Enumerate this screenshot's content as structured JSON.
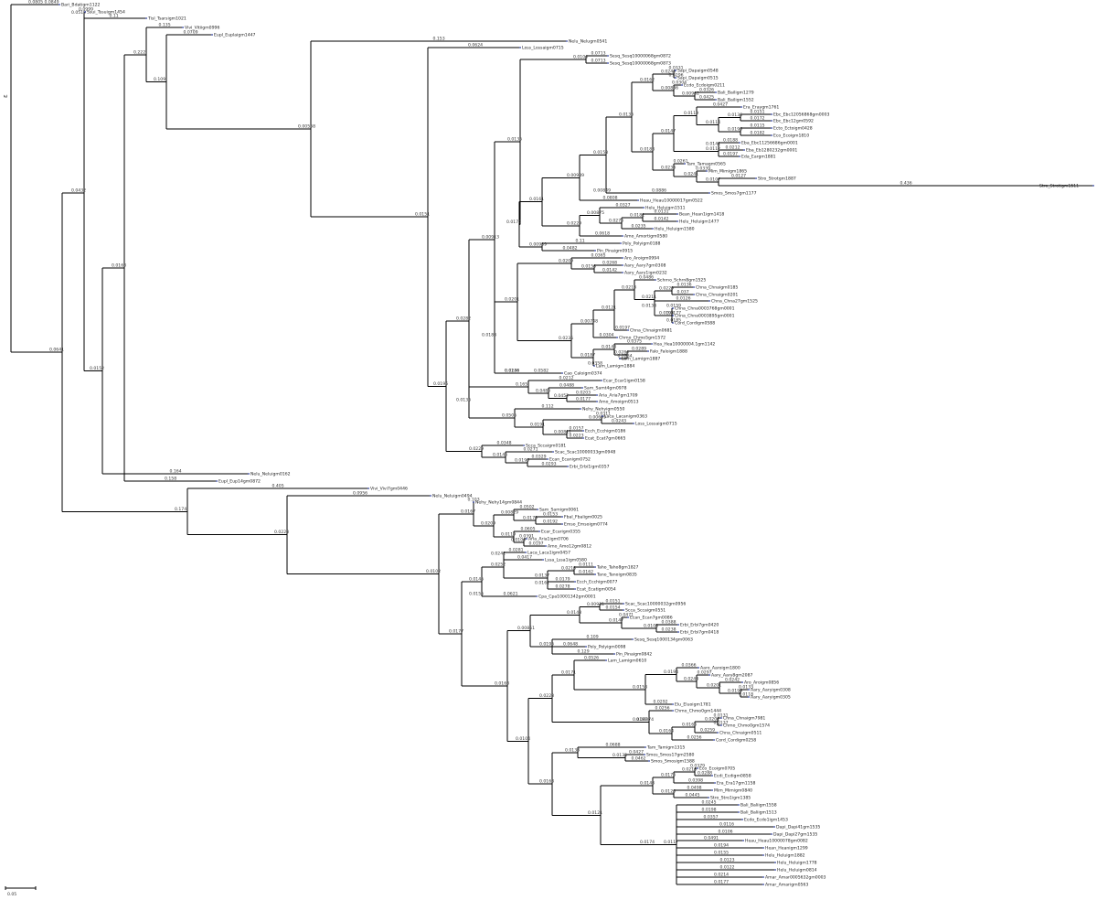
{
  "root_label": "ε",
  "scale_bar": {
    "label": "0.05"
  },
  "leaves": [
    {
      "id": "L0",
      "name": "Bari_Bdatigm1122",
      "bl": "0.0849"
    },
    {
      "id": "L1",
      "name": "Ssui_Tssuigm1454",
      "bl": "0.0999"
    },
    {
      "id": "L2",
      "name": "Tisl_Tsarsigm1021",
      "bl": "0.11"
    },
    {
      "id": "L3",
      "name": "Vivi_Vitiigm0996",
      "bl": "0.135"
    },
    {
      "id": "L4",
      "name": "Eupl_Euplaigm1447",
      "bl": "0.0709"
    },
    {
      "id": "L5",
      "name": "Nelu_Nelugm0541",
      "bl": "0.153"
    },
    {
      "id": "L6",
      "name": "Loss_Lossaigm0715",
      "bl": "0.0624"
    },
    {
      "id": "L7",
      "name": "Sesq_Sesq10000068gm0872",
      "bl": "0.0713"
    },
    {
      "id": "L8",
      "name": "Sesq_Sesq10000068gm0873",
      "bl": "0.0713"
    },
    {
      "id": "L9",
      "name": "Sapi_Dapaigm0548",
      "bl": "0.0331"
    },
    {
      "id": "L10",
      "name": "Sapi_Dapaigm0515",
      "bl": "0.0296"
    },
    {
      "id": "L11",
      "name": "Ecdo_Ecdoigm0211",
      "bl": "0.0304"
    },
    {
      "id": "L12",
      "name": "Bali_Bailigm1279",
      "bl": "0.0326"
    },
    {
      "id": "L13",
      "name": "Bali_Bailigm1552",
      "bl": "0.0425"
    },
    {
      "id": "L14",
      "name": "Era_Eraygm1761",
      "bl": "0.0427"
    },
    {
      "id": "L15",
      "name": "Ebc_Ebc12056868gm0003",
      "bl": "0.0151"
    },
    {
      "id": "L16",
      "name": "Ebc_Ebc12gm0592",
      "bl": "0.0172"
    },
    {
      "id": "L17",
      "name": "Ecto_Ectoigm0428",
      "bl": "0.0115"
    },
    {
      "id": "L18",
      "name": "Eco_Ecoigm1810",
      "bl": "0.0182"
    },
    {
      "id": "L19",
      "name": "Eba_Ebc11256686gm0001",
      "bl": "0.0188"
    },
    {
      "id": "L20",
      "name": "Eba_Eb1280232gm0001",
      "bl": "0.0212"
    },
    {
      "id": "L21",
      "name": "Eda_Eargm1881",
      "bl": "0.0197"
    },
    {
      "id": "L22",
      "name": "Tam_Tamagm0565",
      "bl": "0.0261"
    },
    {
      "id": "L23",
      "name": "Mim_Mimigm1865",
      "bl": "0.0339"
    },
    {
      "id": "L24",
      "name": "Stro_Strotgm1887",
      "bl": "0.0127"
    },
    {
      "id": "L25",
      "name": "Stro_Strotigm1511",
      "bl": "0.436"
    },
    {
      "id": "L26",
      "name": "Smos_Smos7gm1177",
      "bl": "0.0886"
    },
    {
      "id": "L27",
      "name": "Heau_Heau10000017gm0522",
      "bl": "0.0808"
    },
    {
      "id": "L28",
      "name": "Helu_Heluigm1511",
      "bl": "0.0327"
    },
    {
      "id": "L29",
      "name": "Bean_Hean1igm1418",
      "bl": "0.0131"
    },
    {
      "id": "L30",
      "name": "Helu_Heluigm1477",
      "bl": "0.0142"
    },
    {
      "id": "L31",
      "name": "Helu_Heluigm1580",
      "bl": "0.0235"
    },
    {
      "id": "L32",
      "name": "Amo_Amortigm0580",
      "bl": "0.0618"
    },
    {
      "id": "L33",
      "name": "Poly_Polyigm0188",
      "bl": "0.11"
    },
    {
      "id": "L34",
      "name": "Pin_Pinaigm0915",
      "bl": "0.0482"
    },
    {
      "id": "L35",
      "name": "Aro_Aroigm0994",
      "bl": "0.0365"
    },
    {
      "id": "L36",
      "name": "Aary_Aary7gm0308",
      "bl": "0.0268"
    },
    {
      "id": "L37",
      "name": "Aary_Aary1igm0232",
      "bl": "0.0142"
    },
    {
      "id": "L38",
      "name": "Schrno_Schrn8gm1525",
      "bl": "0.0486"
    },
    {
      "id": "L39",
      "name": "Chna_Chnaigm0185",
      "bl": "0.0136"
    },
    {
      "id": "L40",
      "name": "Chna_Chnaigm0201",
      "bl": "0.037"
    },
    {
      "id": "L41",
      "name": "Chna_Chna27gm1525",
      "bl": "0.0126"
    },
    {
      "id": "L42",
      "name": "Chna_Chna0003768gm0001",
      "bl": "0.0159"
    },
    {
      "id": "L43",
      "name": "Chna_Chna0003895gm0001",
      "bl": "0.0177"
    },
    {
      "id": "L44",
      "name": "Cord_Cordigm0588",
      "bl": "0.0185"
    },
    {
      "id": "L45",
      "name": "Chna_Chnaigm0681",
      "bl": "0.0197"
    },
    {
      "id": "L46",
      "name": "Chmo_Chmo5gm1572",
      "bl": "0.0304"
    },
    {
      "id": "L47",
      "name": "Hea_Hea10000004.1gm1142",
      "bl": "0.0375"
    },
    {
      "id": "L48",
      "name": "Falo_Faloigm1888",
      "bl": "0.0289"
    },
    {
      "id": "L49",
      "name": "Lam_Lamigm1887",
      "bl": "0.0234"
    },
    {
      "id": "L50",
      "name": "Lam_Lamigm1884",
      "bl": "0.0358"
    },
    {
      "id": "L51",
      "name": "Cao_Caloigm0374",
      "bl": "0.0582"
    },
    {
      "id": "L52",
      "name": "Ecar_Ecar1igm0158",
      "bl": "0.0212"
    },
    {
      "id": "L53",
      "name": "Sam_Samt4gm0978",
      "bl": "0.0488"
    },
    {
      "id": "L54",
      "name": "Aria_Aria7gm1709",
      "bl": "0.0203"
    },
    {
      "id": "L55",
      "name": "Amo_Amoigm0513",
      "bl": "0.0177"
    },
    {
      "id": "L56",
      "name": "Nehy_Nehyigm0550",
      "bl": "0.112"
    },
    {
      "id": "L57",
      "name": "Laca_Lacanigm0363",
      "bl": "0.0311"
    },
    {
      "id": "L58",
      "name": "Loss_Lossaigm0715",
      "bl": "0.0243"
    },
    {
      "id": "L59",
      "name": "Ecch_Ecchigm0186",
      "bl": "0.0157"
    },
    {
      "id": "L60",
      "name": "Ecat_Ecat7gm0665",
      "bl": "0.0223"
    },
    {
      "id": "L61",
      "name": "Scca_Sccaigm0181",
      "bl": "0.0348"
    },
    {
      "id": "L62",
      "name": "Scac_Scac10000033gm0948",
      "bl": "0.0271"
    },
    {
      "id": "L63",
      "name": "Ecan_Ecanigm0752",
      "bl": "0.0329"
    },
    {
      "id": "L64",
      "name": "Erbi_Erbi1igm0357",
      "bl": "0.0293"
    },
    {
      "id": "L65",
      "name": "Nelu_Neluigm0162",
      "bl": "0.164"
    },
    {
      "id": "L66",
      "name": "Eupl_Eup14gm0872",
      "bl": "0.158"
    },
    {
      "id": "L67",
      "name": "Vivi_Vivi7gm0446",
      "bl": "0.405"
    },
    {
      "id": "L68",
      "name": "Nelu_Neluigm0494",
      "bl": "0.0956"
    },
    {
      "id": "L69",
      "name": "Nehy_Nehy14gm0844",
      "bl": "0.103"
    },
    {
      "id": "L70",
      "name": "Sam_Samigm0061",
      "bl": "0.0502"
    },
    {
      "id": "L71",
      "name": "Fbal_Fbaligm0025",
      "bl": "0.0153"
    },
    {
      "id": "L72",
      "name": "Emso_Emsoigm0774",
      "bl": "0.0192"
    },
    {
      "id": "L73",
      "name": "Ecar_Ecarigm0355",
      "bl": "0.0605"
    },
    {
      "id": "L74",
      "name": "Aria_Aria1igm0706",
      "bl": "0.0391"
    },
    {
      "id": "L75",
      "name": "Amo_Amo12gm0812",
      "bl": "0.0197"
    },
    {
      "id": "L76",
      "name": "Laca_Laca1igm0457",
      "bl": "0.0281"
    },
    {
      "id": "L77",
      "name": "Lssa_Lssa1igm0580",
      "bl": "0.0417"
    },
    {
      "id": "L78",
      "name": "Taho_Taho8gm1827",
      "bl": "0.0111"
    },
    {
      "id": "L79",
      "name": "Tano_Tanoigm0835",
      "bl": "0.0162"
    },
    {
      "id": "L80",
      "name": "Ecch_Ecchigm0077",
      "bl": "0.0179"
    },
    {
      "id": "L81",
      "name": "Ecat_Ecatigm0054",
      "bl": "0.0278"
    },
    {
      "id": "L82",
      "name": "Cpa_Cpa10001342gm0001",
      "bl": "0.0621"
    },
    {
      "id": "L83",
      "name": "Scac_Scac10000032gm0956",
      "bl": "0.0151"
    },
    {
      "id": "L84",
      "name": "Scca_Sccaigm0551",
      "bl": "0.0154"
    },
    {
      "id": "L85",
      "name": "Ecan_Ecan7gm0086",
      "bl": "0.0471"
    },
    {
      "id": "L86",
      "name": "Erbi_Erbi7gm0420",
      "bl": "0.0388"
    },
    {
      "id": "L87",
      "name": "Erbi_Erbi7gm0418",
      "bl": "0.0238"
    },
    {
      "id": "L88",
      "name": "Sesq_Sesq1000134gm0063",
      "bl": "0.109"
    },
    {
      "id": "L89",
      "name": "Poly_Polyigm0098",
      "bl": "0.0648"
    },
    {
      "id": "L90",
      "name": "Pin_Pinaigm0842",
      "bl": "0.129"
    },
    {
      "id": "L91",
      "name": "Lam_Lamigm0610",
      "bl": "0.0526"
    },
    {
      "id": "L92",
      "name": "Aaro_Aaroigm1800",
      "bl": "0.0366"
    },
    {
      "id": "L93",
      "name": "Aary_Aary8gm2087",
      "bl": "0.0297"
    },
    {
      "id": "L94",
      "name": "Aro_Aroigm0856",
      "bl": "0.0242"
    },
    {
      "id": "L95",
      "name": "Aary_Aaryigm0308",
      "bl": "0.0133"
    },
    {
      "id": "L96",
      "name": "Aary_Aaryigm0305",
      "bl": "0.0118"
    },
    {
      "id": "L97",
      "name": "Elu_Eluoigm1781",
      "bl": "0.0292"
    },
    {
      "id": "L98",
      "name": "Chmo_Chmo0gm1444",
      "bl": "0.0256"
    },
    {
      "id": "L99",
      "name": "Chna_Chnaigm7981",
      "bl": "0.0131"
    },
    {
      "id": "L100",
      "name": "Chmo_Chmo0gm1574",
      "bl": "0.0137"
    },
    {
      "id": "L101",
      "name": "Chna_Chnaigm0511",
      "bl": "0.0259"
    },
    {
      "id": "L102",
      "name": "Cord_Cordigm0258",
      "bl": "0.0256"
    },
    {
      "id": "L103",
      "name": "Tam_Tamigm1315",
      "bl": "0.0688"
    },
    {
      "id": "L104",
      "name": "Smos_Smos17gm2580",
      "bl": "0.0427"
    },
    {
      "id": "L105",
      "name": "Smos_Smosigm1588",
      "bl": "0.0462"
    },
    {
      "id": "L106",
      "name": "Eco_Ecoigm0705",
      "bl": "0.0379"
    },
    {
      "id": "L107",
      "name": "Ecdi_Ecdigm0858",
      "bl": "0.0288"
    },
    {
      "id": "L108",
      "name": "Era_Era17gm1158",
      "bl": "0.0398"
    },
    {
      "id": "L109",
      "name": "Mim_Mimigm0840",
      "bl": "0.0498"
    },
    {
      "id": "L110",
      "name": "Stro_Stro1igm1385",
      "bl": "0.0445"
    },
    {
      "id": "L111",
      "name": "Bali_Baliigm1558",
      "bl": "0.0245"
    },
    {
      "id": "L112",
      "name": "Bali_Baliigm1513",
      "bl": "0.0198"
    },
    {
      "id": "L113",
      "name": "Ecdo_Ecdo1igm1453",
      "bl": "0.0357"
    },
    {
      "id": "L114",
      "name": "Dapi_Dapi41gm1535",
      "bl": "0.0116"
    },
    {
      "id": "L115",
      "name": "Dapi_Dapi27gm1535",
      "bl": "0.0106"
    },
    {
      "id": "L116",
      "name": "Heau_Heau10000078gm0082",
      "bl": "0.0491"
    },
    {
      "id": "L117",
      "name": "Hean_Heanigm1299",
      "bl": "0.0194"
    },
    {
      "id": "L118",
      "name": "Helu_Heluigm1882",
      "bl": "0.0155"
    },
    {
      "id": "L119",
      "name": "Helu_Heluigm1778",
      "bl": "0.0123"
    },
    {
      "id": "L120",
      "name": "Helu_Heluigm0814",
      "bl": "0.0122"
    },
    {
      "id": "L121",
      "name": "Amar_Amar0005632gm0003",
      "bl": "0.0214"
    },
    {
      "id": "L122",
      "name": "Amar_Amarigm0563",
      "bl": "0.0177"
    }
  ],
  "nodes": [
    {
      "id": "N0",
      "support": ""
    },
    {
      "id": "N1",
      "support": "0.0805"
    },
    {
      "id": "N2",
      "support": "0.0641"
    },
    {
      "id": "N3",
      "support": "0.0432"
    },
    {
      "id": "N4",
      "support": "0.0519"
    },
    {
      "id": "N5",
      "support": "0.0152"
    },
    {
      "id": "N6",
      "support": "0.0168"
    },
    {
      "id": "N7",
      "support": "0.222"
    },
    {
      "id": "N8",
      "support": "0.109"
    },
    {
      "id": "N9",
      "support": "0.00568"
    },
    {
      "id": "N10",
      "support": "0.0151"
    },
    {
      "id": "N11",
      "support": "0.0196"
    },
    {
      "id": "N12",
      "support": "0.0282"
    },
    {
      "id": "N13",
      "support": "0.00913"
    },
    {
      "id": "N14",
      "support": "0.0136"
    },
    {
      "id": "N15",
      "support": "0.0104"
    },
    {
      "id": "N16",
      "support": "0.0175"
    },
    {
      "id": "N17",
      "support": "0.0161"
    },
    {
      "id": "N18",
      "support": "0.00989"
    },
    {
      "id": "N19",
      "support": "0.0153"
    },
    {
      "id": "N20",
      "support": "0.0136"
    },
    {
      "id": "N21",
      "support": "0.0162"
    },
    {
      "id": "N22",
      "support": "0.0244"
    },
    {
      "id": "N23",
      "support": "0.00886"
    },
    {
      "id": "N24",
      "support": "0.0188"
    },
    {
      "id": "N25",
      "support": "0.0147"
    },
    {
      "id": "N26",
      "support": "0.0119"
    },
    {
      "id": "N27",
      "support": "0.0114"
    },
    {
      "id": "N28",
      "support": "0.00849"
    },
    {
      "id": "N29",
      "support": "0.0229"
    },
    {
      "id": "N30",
      "support": "0.0233"
    },
    {
      "id": "N31",
      "support": "0.0241"
    },
    {
      "id": "N32",
      "support": "0.0112"
    },
    {
      "id": "N33",
      "support": "0.00989"
    },
    {
      "id": "N34",
      "support": "0.0183"
    },
    {
      "id": "N35",
      "support": "0.0107"
    },
    {
      "id": "N36",
      "support": "0.00932"
    },
    {
      "id": "N37",
      "support": "0.0136"
    },
    {
      "id": "N38",
      "support": "0.0196"
    },
    {
      "id": "N39",
      "support": "0.0141"
    },
    {
      "id": "N40",
      "support": "0.00875"
    },
    {
      "id": "N41",
      "support": "0.0276"
    },
    {
      "id": "N42",
      "support": "0.0136"
    },
    {
      "id": "N43",
      "support": "0.0182"
    },
    {
      "id": "N44",
      "support": "0.0201"
    },
    {
      "id": "N45",
      "support": "0.0209"
    },
    {
      "id": "N46",
      "support": "0.0235"
    },
    {
      "id": "N47",
      "support": "0.0153"
    },
    {
      "id": "N48",
      "support": "0.00748"
    },
    {
      "id": "N49",
      "support": "0.0136"
    },
    {
      "id": "N50",
      "support": "0.0187"
    },
    {
      "id": "N51",
      "support": "0.0229"
    },
    {
      "id": "N52",
      "support": "0.0121"
    },
    {
      "id": "N53",
      "support": "0.0213"
    },
    {
      "id": "N54",
      "support": "0.0211"
    },
    {
      "id": "N55",
      "support": "0.0229"
    },
    {
      "id": "N56",
      "support": "0.0133"
    },
    {
      "id": "N57",
      "support": "0.0196"
    },
    {
      "id": "N58",
      "support": "0.0148"
    },
    {
      "id": "N59",
      "support": "0.0284"
    },
    {
      "id": "N60",
      "support": "0.0244"
    },
    {
      "id": "N61",
      "support": "0.174"
    },
    {
      "id": "N62",
      "support": "0.165"
    },
    {
      "id": "N63",
      "support": "0.0505"
    },
    {
      "id": "N64",
      "support": "0.0486"
    },
    {
      "id": "N65",
      "support": "0.0452"
    },
    {
      "id": "N66",
      "support": "0.0191"
    },
    {
      "id": "N67",
      "support": "0.00699"
    },
    {
      "id": "N68",
      "support": "0.00811"
    },
    {
      "id": "N69",
      "support": "0.0146"
    },
    {
      "id": "N70",
      "support": "0.0196"
    },
    {
      "id": "N71",
      "support": "0.0223"
    },
    {
      "id": "N72",
      "support": "0.0102"
    },
    {
      "id": "N73",
      "support": "0.0167"
    },
    {
      "id": "N74",
      "support": "0.0177"
    },
    {
      "id": "N75",
      "support": "0.0209"
    },
    {
      "id": "N76",
      "support": "0.00829"
    },
    {
      "id": "N77",
      "support": "0.0119"
    },
    {
      "id": "N78",
      "support": "0.0179"
    },
    {
      "id": "N79",
      "support": "0.0104"
    },
    {
      "id": "N80",
      "support": "0.0145"
    },
    {
      "id": "N81",
      "support": "0.0168"
    },
    {
      "id": "N82",
      "support": "0.0252"
    },
    {
      "id": "N83",
      "support": "0.0242"
    },
    {
      "id": "N84",
      "support": "0.0155"
    },
    {
      "id": "N85",
      "support": "0.0137"
    },
    {
      "id": "N86",
      "support": "0.0218"
    },
    {
      "id": "N87",
      "support": "0.0161"
    },
    {
      "id": "N88",
      "support": "0.00851"
    },
    {
      "id": "N89",
      "support": "0.0104"
    },
    {
      "id": "N90",
      "support": "0.0143"
    },
    {
      "id": "N91",
      "support": "0.0196"
    },
    {
      "id": "N92",
      "support": "0.00931"
    },
    {
      "id": "N93",
      "support": "0.0147"
    },
    {
      "id": "N94",
      "support": "0.0108"
    },
    {
      "id": "N95",
      "support": "0.0223"
    },
    {
      "id": "N96",
      "support": "0.0171"
    },
    {
      "id": "N97",
      "support": "0.0197"
    },
    {
      "id": "N98",
      "support": "0.0158"
    },
    {
      "id": "N99",
      "support": "0.0194"
    },
    {
      "id": "N100",
      "support": "0.0243"
    },
    {
      "id": "N101",
      "support": "0.0201"
    },
    {
      "id": "N102",
      "support": "0.0168"
    },
    {
      "id": "N103",
      "support": "0.0199"
    },
    {
      "id": "N104",
      "support": "0.00874"
    },
    {
      "id": "N105",
      "support": "0.0164"
    },
    {
      "id": "N106",
      "support": "0.0166"
    },
    {
      "id": "N107",
      "support": "0.0201"
    },
    {
      "id": "N108",
      "support": "0.0133"
    },
    {
      "id": "N109",
      "support": "0.0121"
    },
    {
      "id": "N110",
      "support": "0.0135"
    },
    {
      "id": "N111",
      "support": "0.0143"
    },
    {
      "id": "N112",
      "support": "0.0174"
    },
    {
      "id": "N113",
      "support": "0.0176"
    },
    {
      "id": "N114",
      "support": "0.0126"
    },
    {
      "id": "N115",
      "support": "0.0213"
    },
    {
      "id": "N116",
      "support": "0.0117"
    }
  ],
  "colors": {
    "branch": "#000000",
    "leaf_marker": "#2a3a9a"
  }
}
